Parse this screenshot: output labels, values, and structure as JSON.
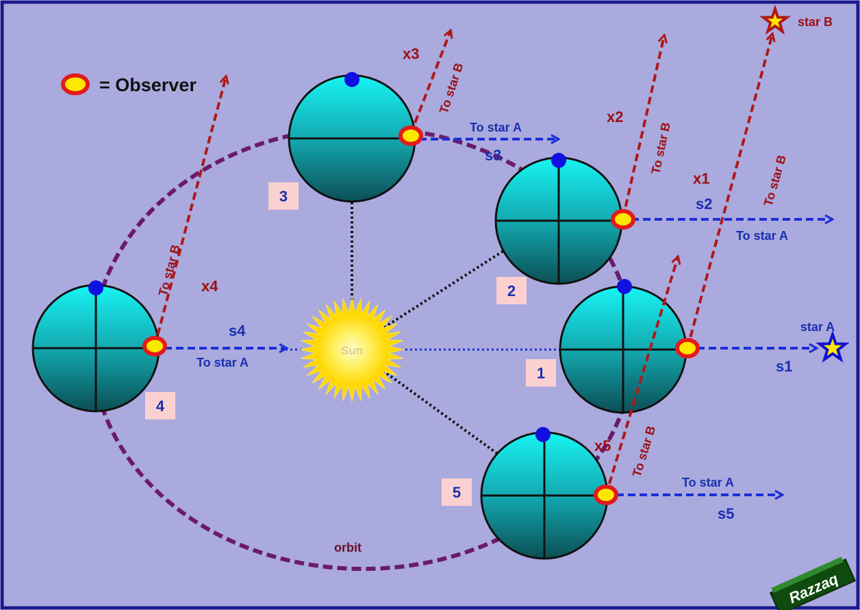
{
  "legend": {
    "observer": "= Observer"
  },
  "labels": {
    "to_star_a": "To star A",
    "to_star_b": "To star B",
    "orbit": "orbit",
    "star_a": "star A",
    "star_b": "star B",
    "sun_text": "Sun",
    "watermark": "Razzaq"
  },
  "positions": [
    "1",
    "2",
    "3",
    "4",
    "5"
  ],
  "s_labels": {
    "s1": "s1",
    "s2": "s2",
    "s3": "s3",
    "s4": "s4",
    "s5": "s5"
  },
  "x_labels": {
    "x1": "x1",
    "x2": "x2",
    "x3": "x3",
    "x4": "x4",
    "x5": "x5"
  },
  "colors": {
    "background": "#aaaadf",
    "border": "#1a1a8c",
    "orbit": "#6b1a6b",
    "star_a_arrow": "#1a2fd6",
    "star_b_arrow": "#b01818",
    "label_blue": "#1a2fb0",
    "label_red": "#9c1010",
    "number_box": "#fbd0d0",
    "earth_top": "#15f2f2",
    "earth_bottom": "#0d5a5a",
    "sun": "#ffe800"
  }
}
